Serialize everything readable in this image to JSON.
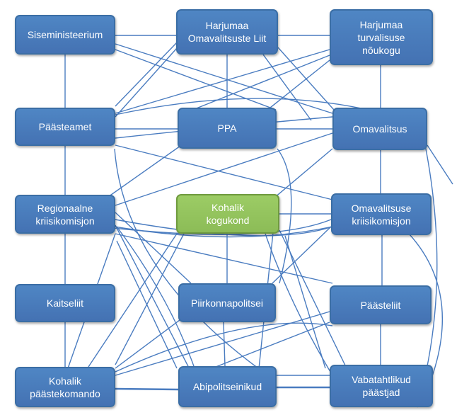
{
  "nodes": {
    "siseministeerium": "Siseministeerium",
    "harjumaa_liit": "Harjumaa\nOmavalitsuste Liit",
    "harjumaa_noukogu": "Harjumaa\nturvalisuse\nnõukogu",
    "paasteamet": "Päästeamet",
    "ppa": "PPA",
    "omavalitsus": "Omavalitsus",
    "regionaalne": "Regionaalne\nkriisikomisjon",
    "kohalik_kogukond": "Kohalik\nkogukond",
    "omavalitsuse_kriisikomisjon": "Omavalitsuse\nkriisikomisjon",
    "kaitseliit": "Kaitseliit",
    "piirkonnapolitsei": "Piirkonnapolitsei",
    "paasteliit": "Päästeliit",
    "kohalik_paastekomando": "Kohalik\npäästekomando",
    "abipolitseinikud": "Abipolitseinikud",
    "vabatahtlikud": "Vabatahtlikud\npäästjad"
  },
  "colors": {
    "node_fill": "#4472b3",
    "node_border": "#3b6ea5",
    "highlight_fill": "#8cbc57",
    "connector": "#4a7cc0"
  }
}
